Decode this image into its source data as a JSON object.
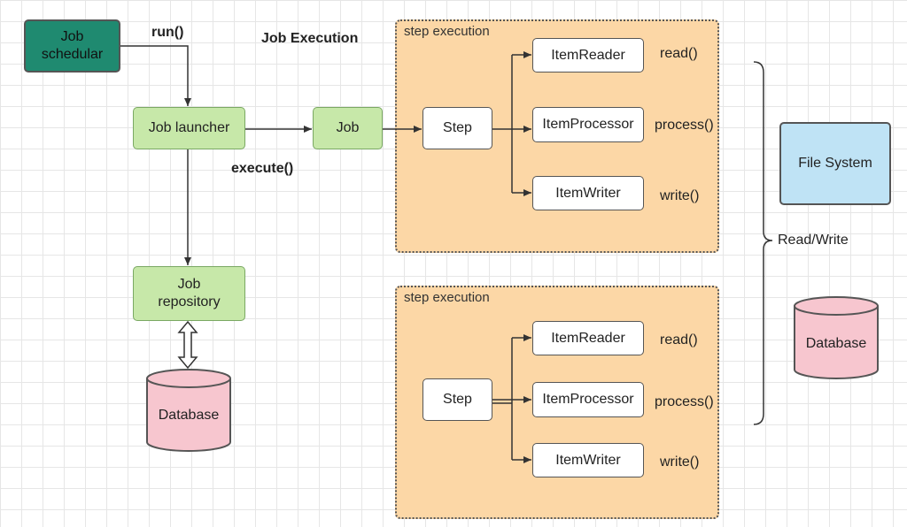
{
  "nodes": {
    "job_schedular": "Job\nschedular",
    "job_launcher": "Job launcher",
    "job": "Job",
    "job_repository": "Job\nrepository",
    "database_left": "Database",
    "file_system": "File System",
    "database_right": "Database"
  },
  "labels": {
    "run": "run()",
    "execute": "execute()",
    "job_execution": "Job Execution",
    "read_write": "Read/Write"
  },
  "step_executions": [
    {
      "title": "step execution",
      "step": "Step",
      "reader": "ItemReader",
      "processor": "ItemProcessor",
      "writer": "ItemWriter",
      "read": "read()",
      "process": "process()",
      "write": "write()"
    },
    {
      "title": "step execution",
      "step": "Step",
      "reader": "ItemReader",
      "processor": "ItemProcessor",
      "writer": "ItemWriter",
      "read": "read()",
      "process": "process()",
      "write": "write()"
    }
  ],
  "colors": {
    "teal": "#1f8a70",
    "green": "#c7e8a9",
    "orange": "#fcd7a6",
    "pink": "#f7c6cf",
    "blue": "#bfe3f5"
  }
}
